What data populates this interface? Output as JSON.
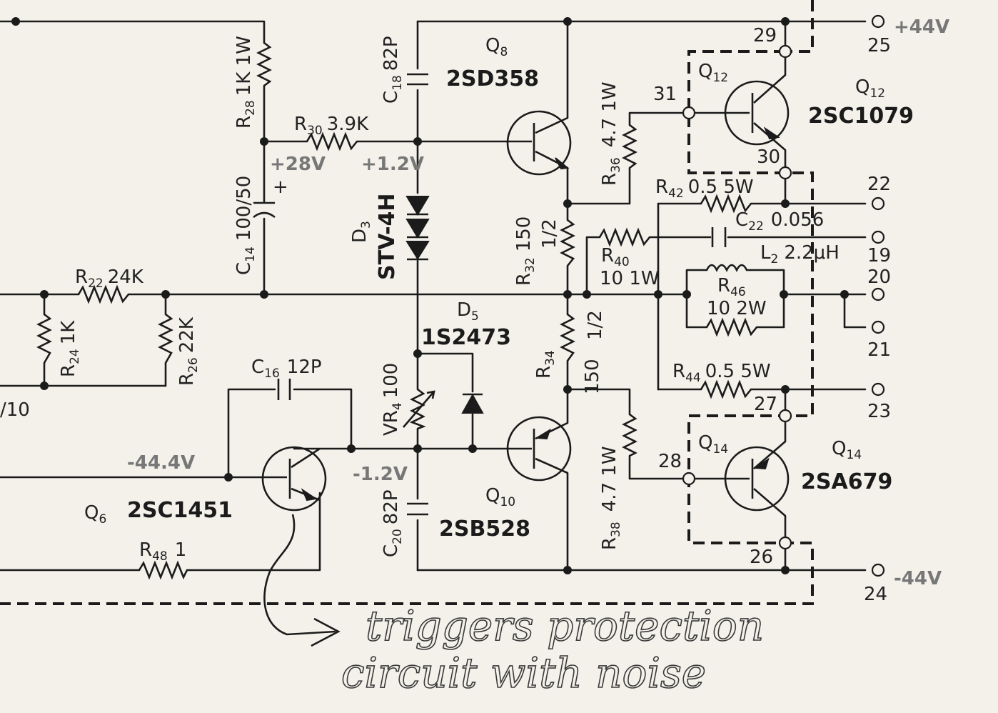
{
  "rails": {
    "pos": "+44V",
    "neg": "-44V"
  },
  "voltages": {
    "v28": "+28V",
    "v1_2p": "+1.2V",
    "v1_2n": "-1.2V",
    "v44_4n": "-44.4V"
  },
  "terminals": {
    "t25": "25",
    "t22": "22",
    "t19": "19",
    "t20": "20",
    "t21": "21",
    "t23": "23",
    "t24": "24",
    "n29": "29",
    "n30": "30",
    "n31": "31",
    "n27": "27",
    "n28": "28",
    "n26": "26"
  },
  "transistors": {
    "q8": {
      "name": "Q",
      "sub": "8",
      "part": "2SD358"
    },
    "q10": {
      "name": "Q",
      "sub": "10",
      "part": "2SB528"
    },
    "q12": {
      "name": "Q",
      "sub": "12",
      "part": "2SC1079"
    },
    "q12_box": {
      "name": "Q",
      "sub": "12"
    },
    "q14": {
      "name": "Q",
      "sub": "14",
      "part": "2SA679"
    },
    "q14_box": {
      "name": "Q",
      "sub": "14"
    },
    "q6": {
      "name": "Q",
      "sub": "6",
      "part": "2SC1451"
    }
  },
  "resistors": {
    "r28": {
      "name": "R",
      "sub": "28",
      "value": "1K 1W"
    },
    "r30": {
      "name": "R",
      "sub": "30",
      "value": "3.9K"
    },
    "r36": {
      "name": "R",
      "sub": "36",
      "value": "4.7 1W"
    },
    "r42": {
      "name": "R",
      "sub": "42",
      "value": "0.5  5W"
    },
    "r32": {
      "name": "R",
      "sub": "32",
      "value": "150",
      "watt": "1/2"
    },
    "r40": {
      "name": "R",
      "sub": "40",
      "value": "10 1W"
    },
    "r46": {
      "name": "R",
      "sub": "46",
      "value": "10  2W"
    },
    "r34": {
      "name": "R",
      "sub": "34",
      "value": "150",
      "watt": "1/2"
    },
    "r44": {
      "name": "R",
      "sub": "44",
      "value": "0.5  5W"
    },
    "r38": {
      "name": "R",
      "sub": "38",
      "value": "4.7  1W"
    },
    "r22": {
      "name": "R",
      "sub": "22",
      "value": "24K"
    },
    "r24": {
      "name": "R",
      "sub": "24",
      "value": "1K"
    },
    "r26": {
      "name": "R",
      "sub": "26",
      "value": "22K"
    },
    "r48": {
      "name": "R",
      "sub": "48",
      "value": "1"
    }
  },
  "capacitors": {
    "c18": {
      "name": "C",
      "sub": "18",
      "value": "82P"
    },
    "c14": {
      "name": "C",
      "sub": "14",
      "value": "100/50"
    },
    "c22": {
      "name": "C",
      "sub": "22",
      "value": "0.056"
    },
    "c16": {
      "name": "C",
      "sub": "16",
      "value": "12P"
    },
    "c20": {
      "name": "C",
      "sub": "20",
      "value": "82P"
    }
  },
  "others": {
    "d3": {
      "name": "D",
      "sub": "3",
      "part": "STV-4H"
    },
    "d5": {
      "name": "D",
      "sub": "5",
      "part": "1S2473"
    },
    "vr4": {
      "name": "VR",
      "sub": "4",
      "value": "100"
    },
    "l2": {
      "name": "L",
      "sub": "2",
      "value": "2.2μH"
    },
    "left_fragment": "/10",
    "plus_sign": "+"
  },
  "annotation": {
    "line1": "triggers protection",
    "line2": "circuit with noise"
  }
}
